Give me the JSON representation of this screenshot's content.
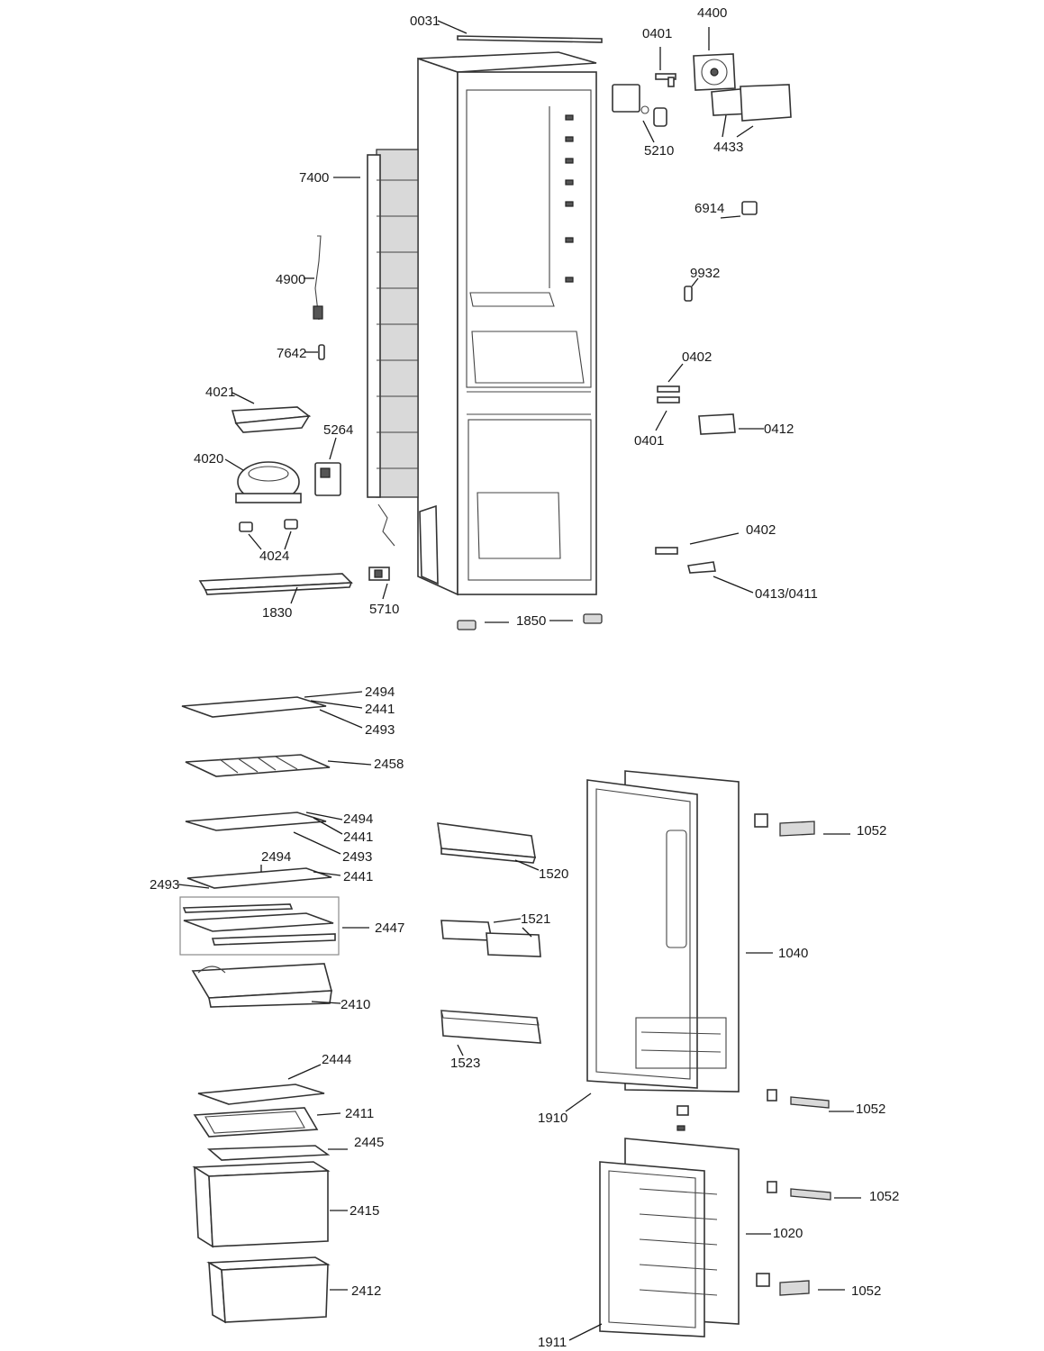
{
  "labels": {
    "p0031": "0031",
    "p4400": "4400",
    "p0401_top": "0401",
    "p5210": "5210",
    "p4433": "4433",
    "p7400": "7400",
    "p6914": "6914",
    "p4900": "4900",
    "p9932": "9932",
    "p7642": "7642",
    "p0402_a": "0402",
    "p4021": "4021",
    "p0412": "0412",
    "p0401_mid": "0401",
    "p5264": "5264",
    "p4020": "4020",
    "p0402_b": "0402",
    "p4024": "4024",
    "p0413_0411": "0413/0411",
    "p1830": "1830",
    "p5710": "5710",
    "p1850": "1850",
    "p2494_a": "2494",
    "p2441_a": "2441",
    "p2493_a": "2493",
    "p2458": "2458",
    "p2494_b": "2494",
    "p2441_b": "2441",
    "p2493_b": "2493",
    "p2494_c": "2494",
    "p2441_c": "2441",
    "p2493_c": "2493",
    "p2447": "2447",
    "p2410": "2410",
    "p1520": "1520",
    "p1521": "1521",
    "p1523": "1523",
    "p1052_a": "1052",
    "p1040": "1040",
    "p2444": "2444",
    "p2411": "2411",
    "p2445": "2445",
    "p1910": "1910",
    "p1052_b": "1052",
    "p1052_c": "1052",
    "p2415": "2415",
    "p1020": "1020",
    "p2412": "2412",
    "p1052_d": "1052",
    "p1911": "1911"
  }
}
